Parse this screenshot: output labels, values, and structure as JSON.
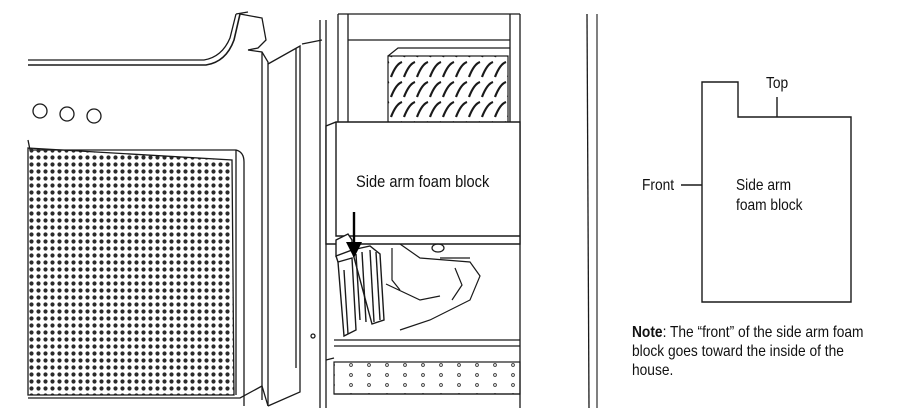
{
  "illustration": {
    "callout_label": "Side arm foam block",
    "icons": [
      "arrow-down-icon"
    ]
  },
  "orientation_diagram": {
    "top_label": "Top",
    "front_label": "Front",
    "block_label_line1": "Side arm",
    "block_label_line2": "foam block"
  },
  "note": {
    "heading": "Note",
    "text": ": The “front” of the side arm foam block goes toward the inside of the house."
  }
}
